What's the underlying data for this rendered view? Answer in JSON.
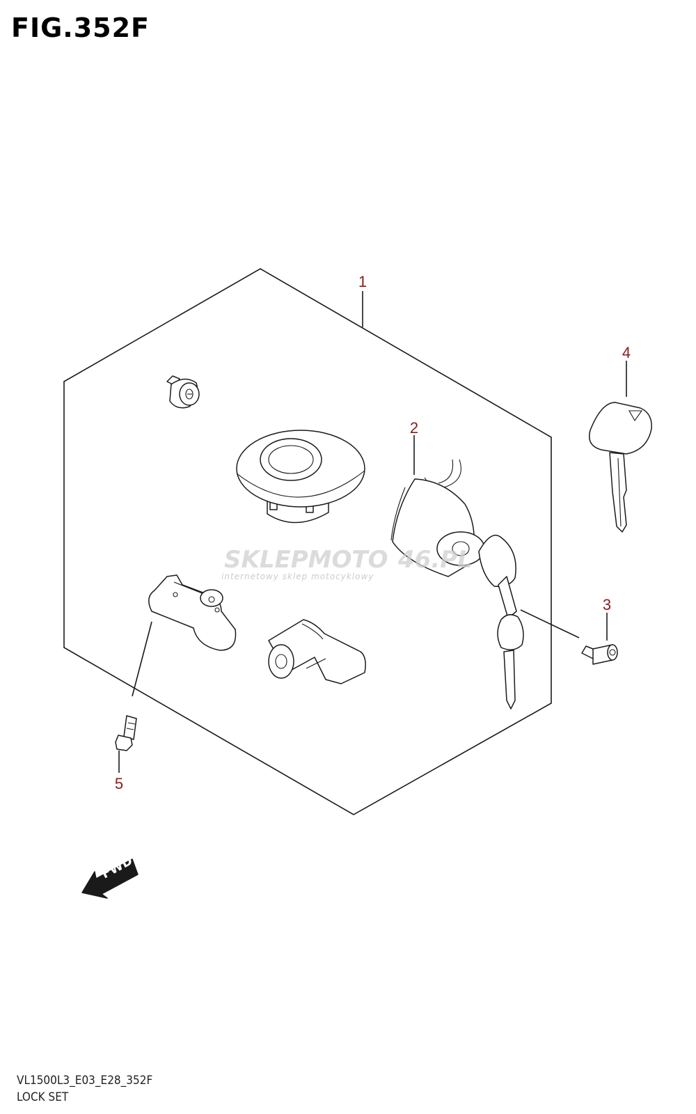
{
  "figure": {
    "title": "FIG.352F"
  },
  "callouts": [
    {
      "id": "1",
      "label": "1"
    },
    {
      "id": "2",
      "label": "2"
    },
    {
      "id": "3",
      "label": "3"
    },
    {
      "id": "4",
      "label": "4"
    },
    {
      "id": "5",
      "label": "5"
    }
  ],
  "watermark": {
    "brand_left": "SKLEPMOTO",
    "brand_right": "46.PL",
    "tagline": "internetowy sklep motocyklowy"
  },
  "direction_arrow": {
    "label": "FWD"
  },
  "footer": {
    "code": "VL1500L3_E03_E28_352F",
    "caption": "LOCK SET"
  },
  "colors": {
    "callout": "#8b1a1a",
    "line": "#1a1a1a",
    "watermark": "#d0d0d0"
  }
}
